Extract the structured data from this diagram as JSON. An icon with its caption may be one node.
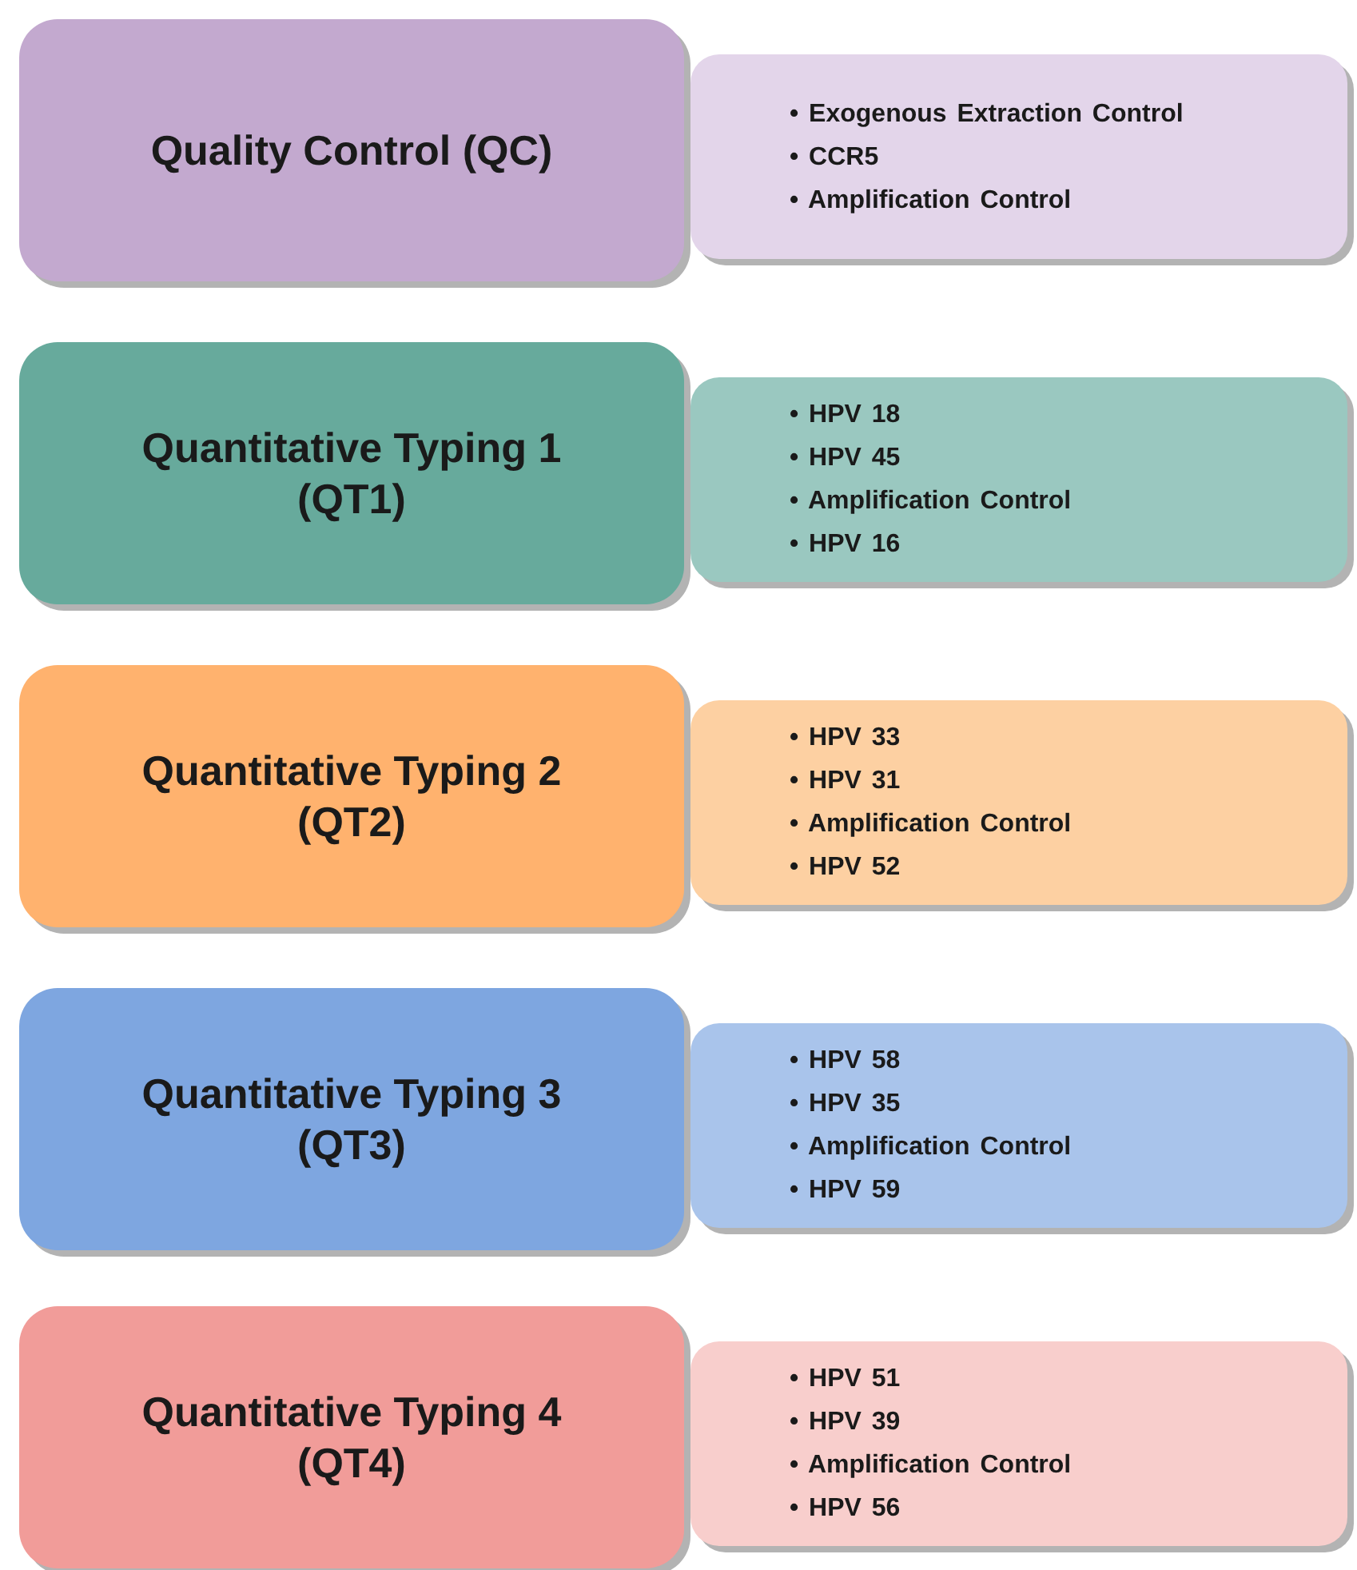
{
  "diagram": {
    "nodes": [
      {
        "text": [
          "Quality Control (QC)"
        ]
      },
      {
        "text": [
          "• Exogenous Extraction Control",
          "• CCR5",
          "• Amplification Control"
        ]
      },
      {
        "text": [
          "Quantitative Typing 1 (QT1)"
        ]
      },
      {
        "text": [
          "• HPV 18",
          "• HPV 45",
          "• Amplification Control",
          "• HPV 16"
        ]
      },
      {
        "text": [
          "Quantitative Typing 2 (QT2)"
        ]
      },
      {
        "text": [
          "• HPV 33",
          "• HPV 31",
          "• Amplification Control",
          "• HPV 52"
        ]
      },
      {
        "text": [
          "Quantitative Typing 3 (QT3)"
        ]
      },
      {
        "text": [
          "• HPV 58",
          "• HPV 35",
          "• Amplification Control",
          "• HPV 59"
        ]
      },
      {
        "text": [
          "Quantitative Typing 4 (QT4)"
        ]
      },
      {
        "text": [
          "• HPV 51",
          "• HPV 39",
          "• Amplification Control",
          "• HPV 56"
        ]
      }
    ]
  }
}
